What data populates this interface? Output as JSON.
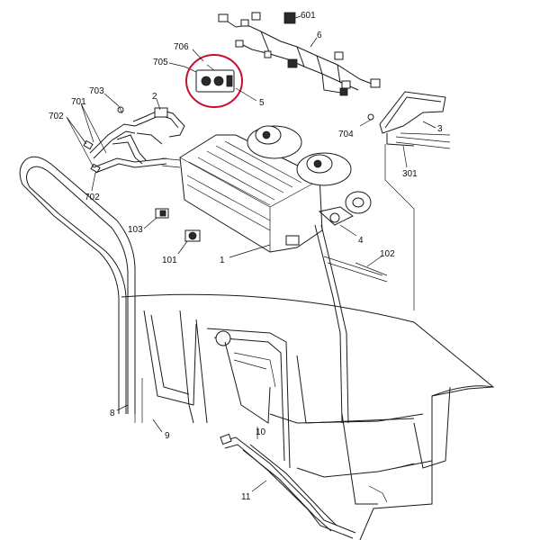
{
  "labels": {
    "p601": "601",
    "p6": "6",
    "p706": "706",
    "p705": "705",
    "p5": "5",
    "p703": "703",
    "p2": "2",
    "p701": "701",
    "p702a": "702",
    "p702b": "702",
    "p704": "704",
    "p3": "3",
    "p301": "301",
    "p103": "103",
    "p101": "101",
    "p1": "1",
    "p4": "4",
    "p102": "102",
    "p8": "8",
    "p9": "9",
    "p10": "10",
    "p11": "11"
  },
  "highlight": {
    "color": "#c8102e"
  }
}
